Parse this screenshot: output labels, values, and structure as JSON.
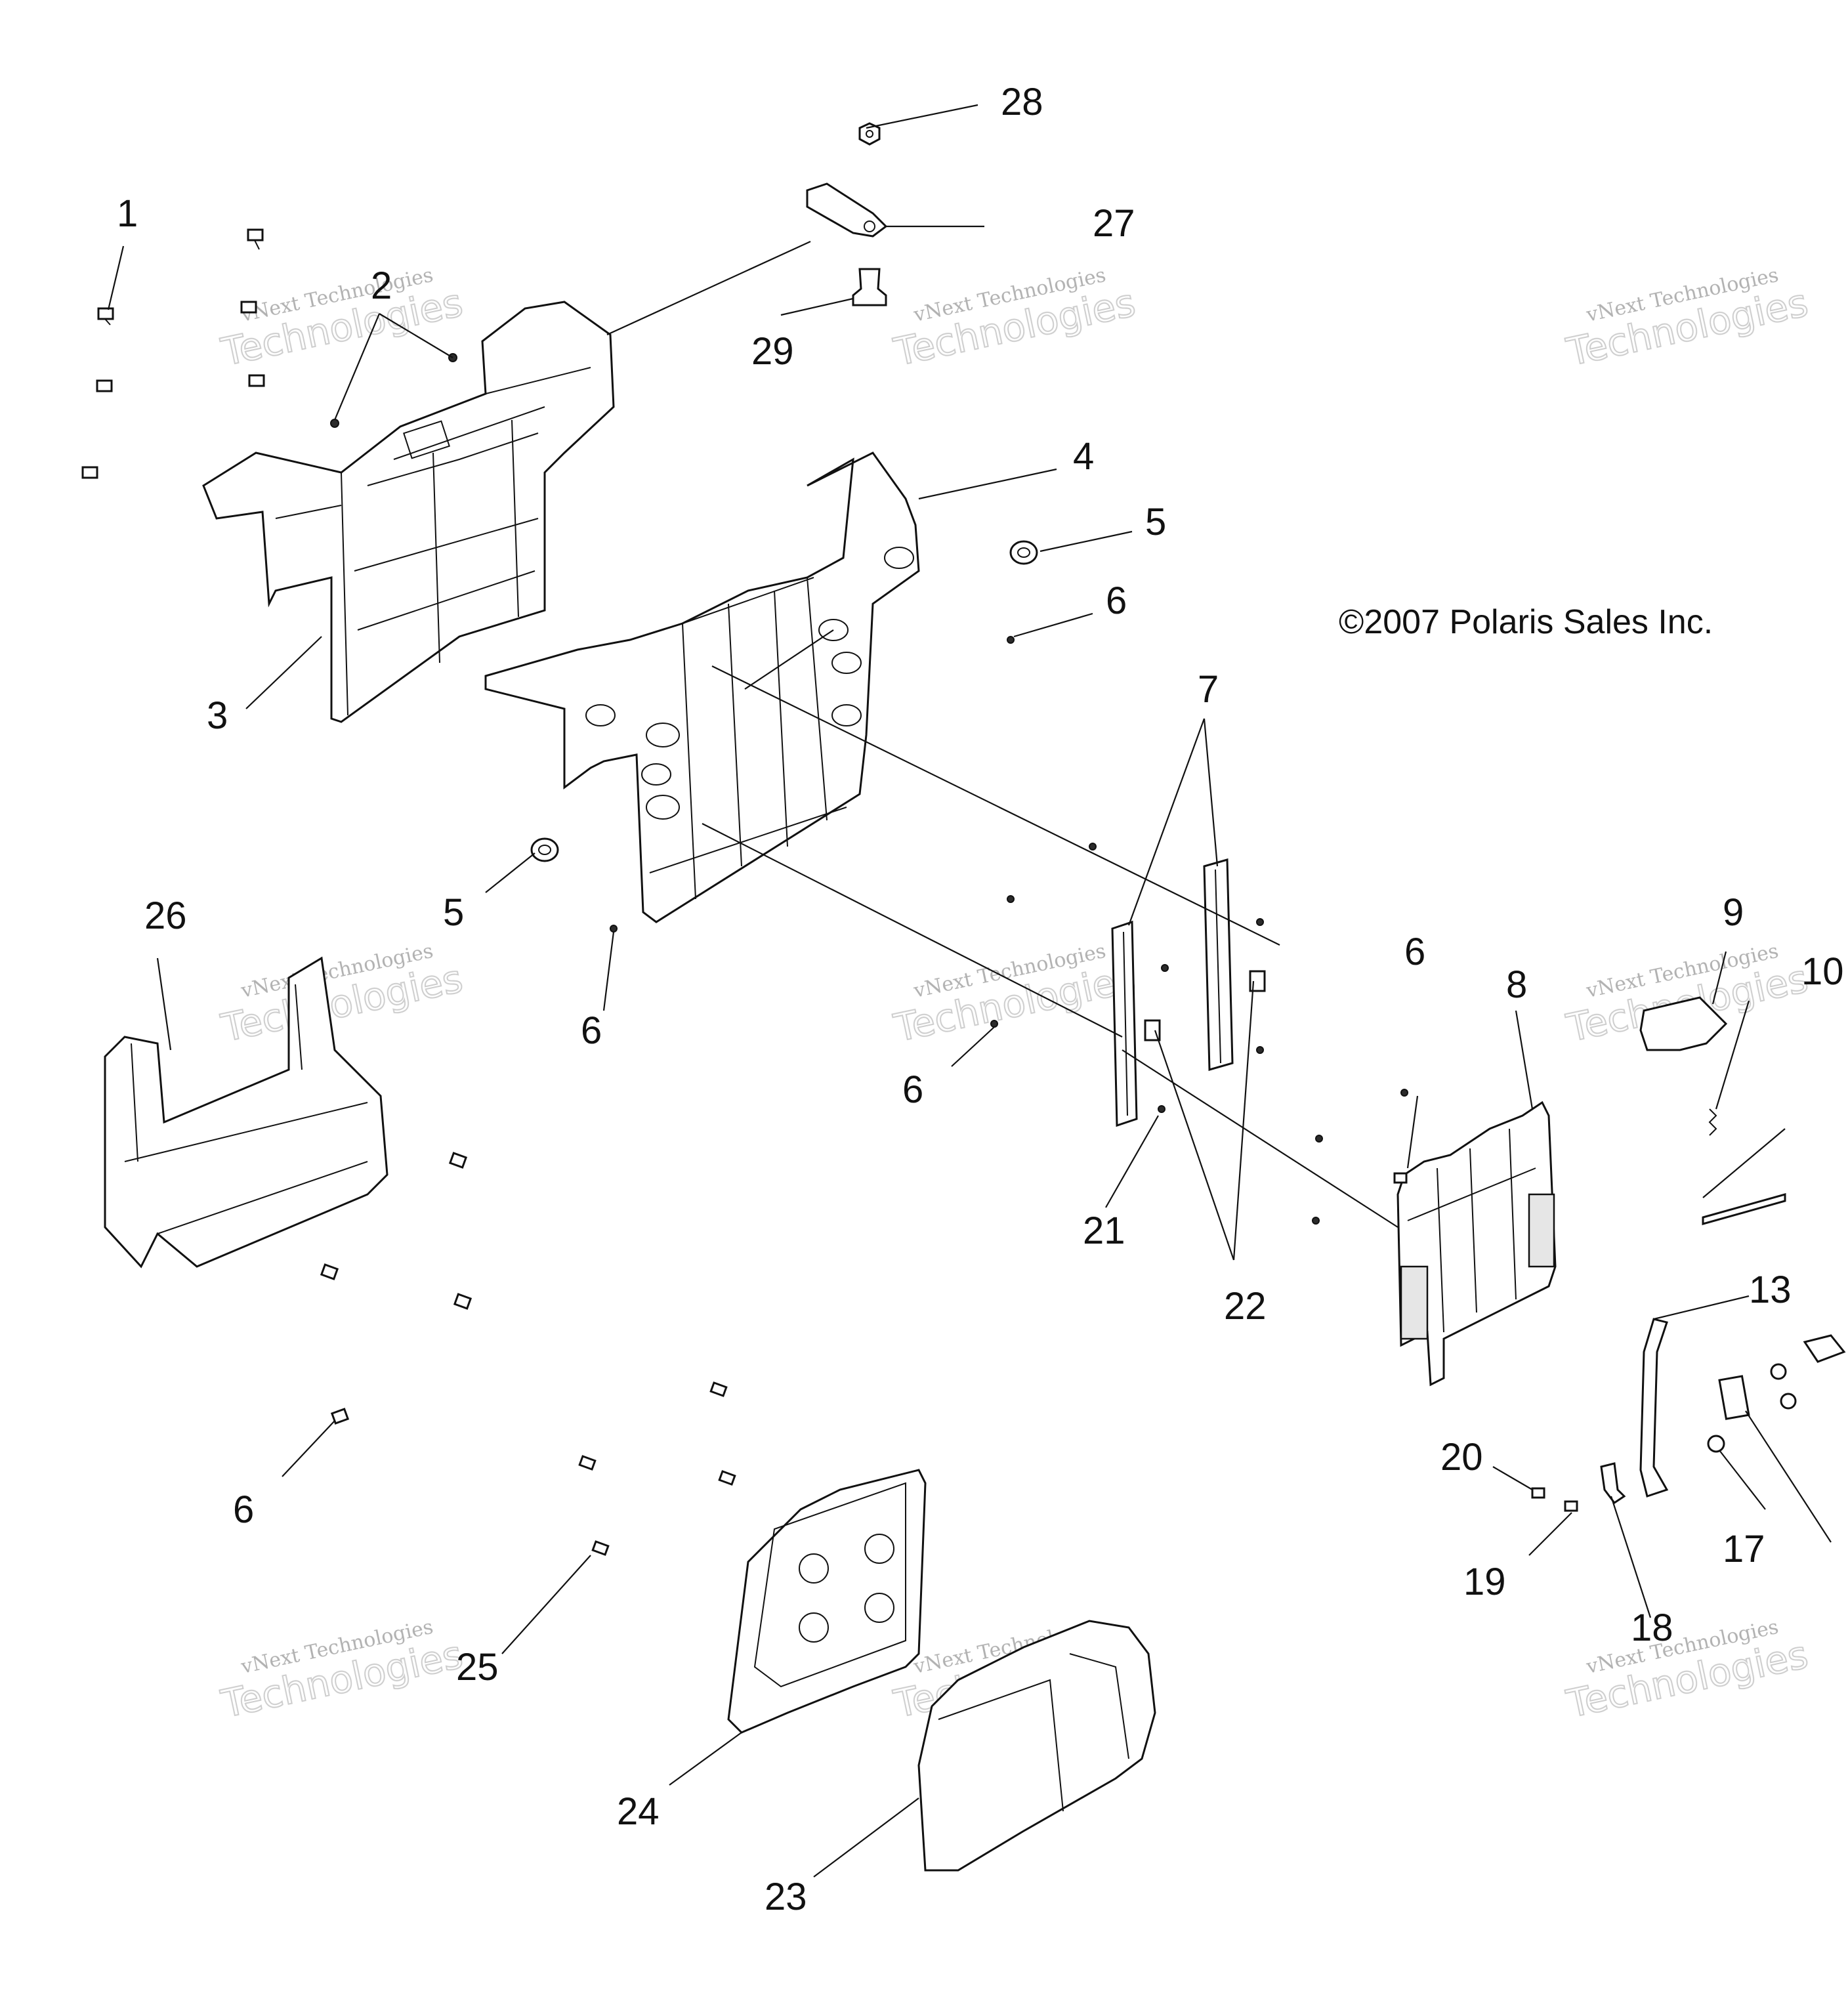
{
  "copyright": "©2007 Polaris Sales Inc.",
  "watermark": {
    "line1": "vNext Technologies",
    "line2": "Technologies"
  },
  "callouts": {
    "c1": "1",
    "c2": "2",
    "c3": "3",
    "c4": "4",
    "c5a": "5",
    "c5b": "5",
    "c6a": "6",
    "c6b": "6",
    "c6c": "6",
    "c6d": "6",
    "c6e": "6",
    "c7": "7",
    "c8": "8",
    "c9": "9",
    "c10": "10",
    "c13": "13",
    "c17": "17",
    "c18": "18",
    "c19": "19",
    "c20": "20",
    "c21": "21",
    "c22": "22",
    "c23": "23",
    "c24": "24",
    "c25": "25",
    "c26": "26",
    "c27": "27",
    "c28": "28",
    "c29": "29"
  }
}
